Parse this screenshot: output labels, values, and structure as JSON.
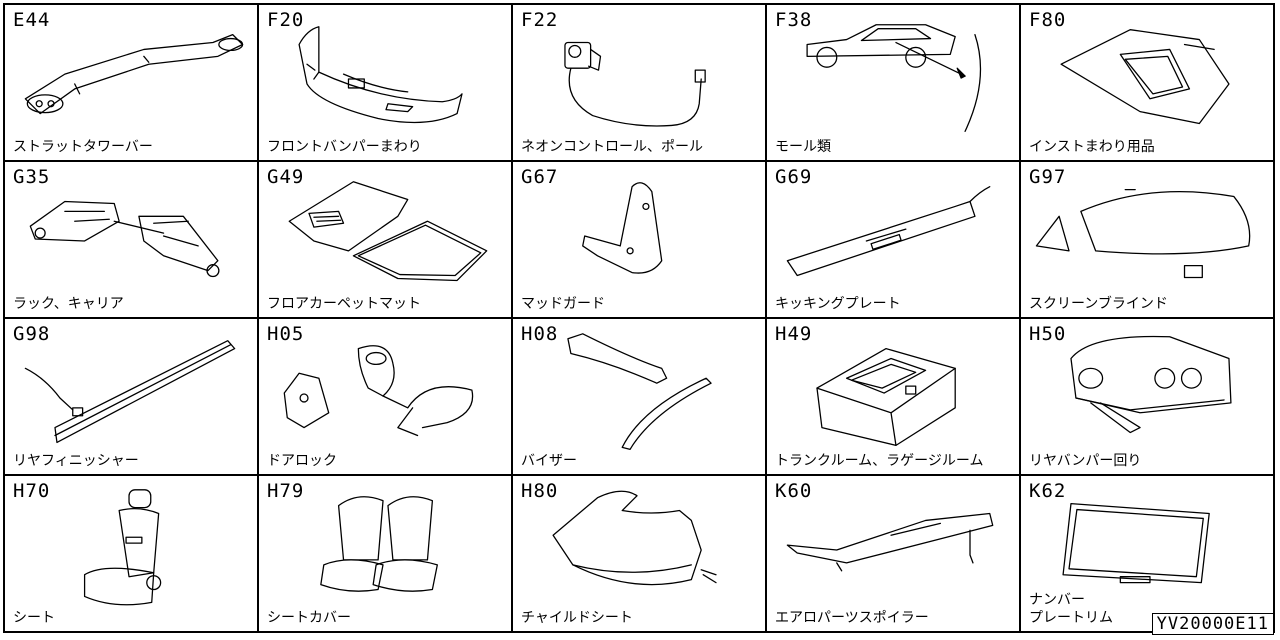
{
  "cells": [
    {
      "code": "E44",
      "name": "ストラットタワーバー"
    },
    {
      "code": "F20",
      "name": "フロントバンパーまわり"
    },
    {
      "code": "F22",
      "name": "ネオンコントロール、ポール"
    },
    {
      "code": "F38",
      "name": "モール類"
    },
    {
      "code": "F80",
      "name": "インストまわり用品"
    },
    {
      "code": "G35",
      "name": "ラック、キャリア"
    },
    {
      "code": "G49",
      "name": "フロアカーペットマット"
    },
    {
      "code": "G67",
      "name": "マッドガード"
    },
    {
      "code": "G69",
      "name": "キッキングプレート"
    },
    {
      "code": "G97",
      "name": "スクリーンブラインド"
    },
    {
      "code": "G98",
      "name": "リヤフィニッシャー"
    },
    {
      "code": "H05",
      "name": "ドアロック"
    },
    {
      "code": "H08",
      "name": "バイザー"
    },
    {
      "code": "H49",
      "name": "トランクルーム、ラゲージルーム"
    },
    {
      "code": "H50",
      "name": "リヤバンパー回り"
    },
    {
      "code": "H70",
      "name": "シート"
    },
    {
      "code": "H79",
      "name": "シートカバー"
    },
    {
      "code": "H80",
      "name": "チャイルドシート"
    },
    {
      "code": "K60",
      "name": "エアロパーツスポイラー"
    },
    {
      "code": "K62",
      "name": "ナンバー\nプレートリム"
    }
  ],
  "reference_code": "YV20000E11"
}
